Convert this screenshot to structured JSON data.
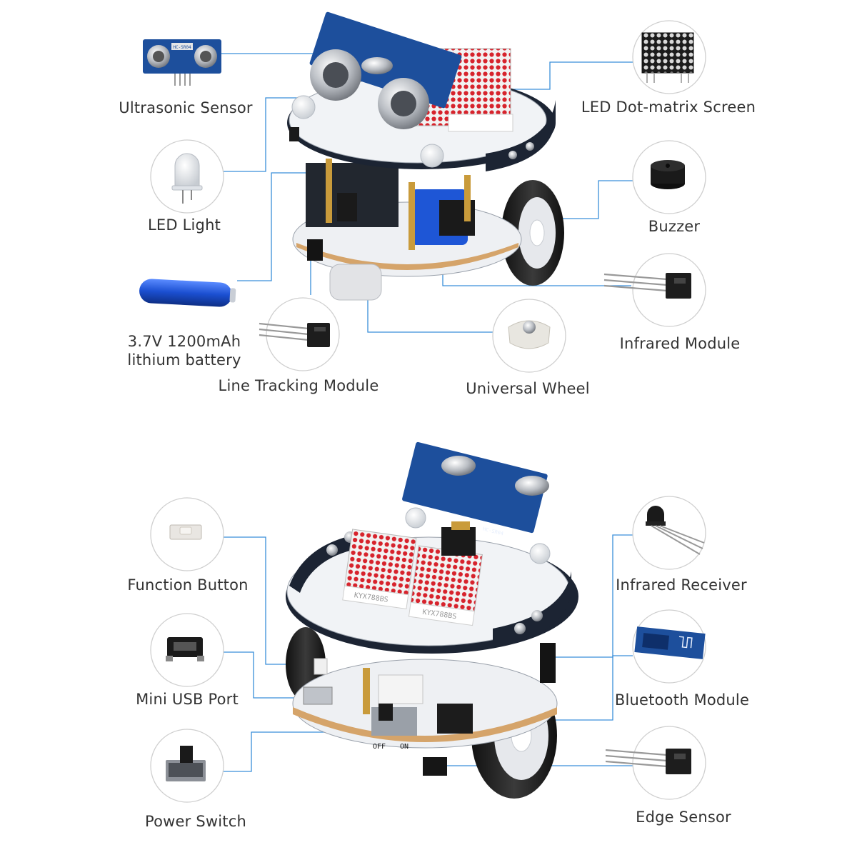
{
  "labels": {
    "ultrasonic_sensor": "Ultrasonic Sensor",
    "led_light": "LED Light",
    "battery": "3.7V 1200mAh\nlithium battery",
    "line_tracking_module": "Line Tracking Module",
    "led_matrix_screen": "LED Dot-matrix Screen",
    "buzzer": "Buzzer",
    "infrared_module": "Infrared Module",
    "universal_wheel": "Universal Wheel",
    "function_button": "Function Button",
    "mini_usb_port": "Mini USB Port",
    "power_switch": "Power Switch",
    "infrared_receiver": "Infrared Receiver",
    "bluetooth_module": "Bluetooth Module",
    "edge_sensor": "Edge Sensor"
  },
  "markings": {
    "ultrasonic_model": "HC-SR04",
    "matrix_model": "KYX788BS",
    "switch_off": "OFF",
    "switch_on": "ON"
  },
  "colors": {
    "leader_line": "#3a8fd9",
    "pcb_blue": "#1d4f9c",
    "board_white": "#eef0f3",
    "dark_plate": "#1c2433"
  }
}
